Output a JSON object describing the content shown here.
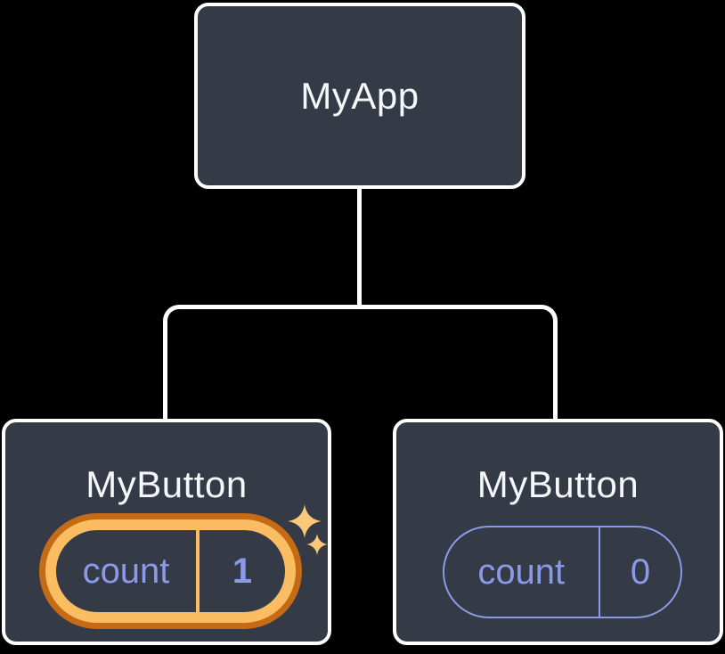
{
  "diagram_meaning": "React component tree: parent MyApp with two MyButton children, each holding its own isolated count state; left button's state was just updated to 1 (highlighted), right remains 0",
  "colors": {
    "background": "#000000",
    "node_bg": "#343A46",
    "node_border": "#FFFFFF",
    "connector": "#FFFFFF",
    "title_text": "#F6F7F9",
    "state_text": "#8B9AE8",
    "pill_border": "#8B9AE8",
    "highlight_gold": "#FABD62",
    "highlight_orange": "#C56A15",
    "sparkle": "#FAC878"
  },
  "tree": {
    "root": {
      "title": "MyApp"
    },
    "children": [
      {
        "title": "MyButton",
        "state": {
          "key": "count",
          "value": "1"
        },
        "highlighted": true
      },
      {
        "title": "MyButton",
        "state": {
          "key": "count",
          "value": "0"
        },
        "highlighted": false
      }
    ]
  }
}
